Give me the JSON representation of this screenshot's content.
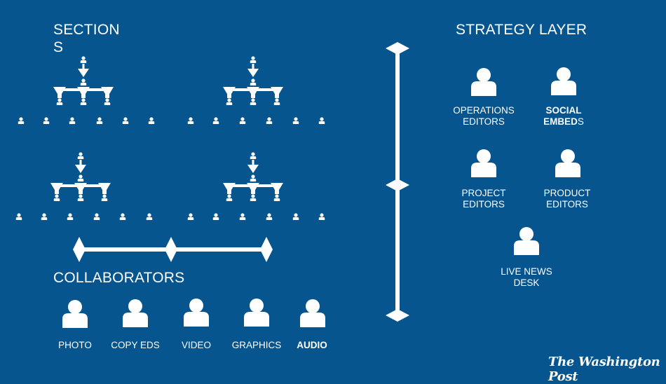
{
  "sections": {
    "title_line1": "SECTION",
    "title_line2": "S"
  },
  "collaborators": {
    "title": "COLLABORATORS",
    "items": [
      {
        "label": "PHOTO",
        "bold": false
      },
      {
        "label": "COPY EDS",
        "bold": false
      },
      {
        "label": "VIDEO",
        "bold": false
      },
      {
        "label": "GRAPHICS",
        "bold": false
      },
      {
        "label": "AUDIO",
        "bold": true
      }
    ]
  },
  "strategy": {
    "title": "STRATEGY LAYER",
    "operations": {
      "line1": "OPERATIONS",
      "line2": "EDITORS"
    },
    "social": {
      "line1": "SOCIAL",
      "line2_bold": "EMBED",
      "line2_rest": "S"
    },
    "project": {
      "line1": "PROJECT",
      "line2": "EDITORS"
    },
    "product": {
      "line1": "PRODUCT",
      "line2": "EDITORS"
    },
    "livenews": {
      "line1": "LIVE NEWS",
      "line2": "DESK"
    }
  },
  "brand": {
    "name": "The Washington Post"
  },
  "colors": {
    "background": "#06558f",
    "foreground": "#ffffff"
  },
  "icons": [
    "person-icon",
    "arrow-down-icon",
    "double-arrow-icon"
  ]
}
